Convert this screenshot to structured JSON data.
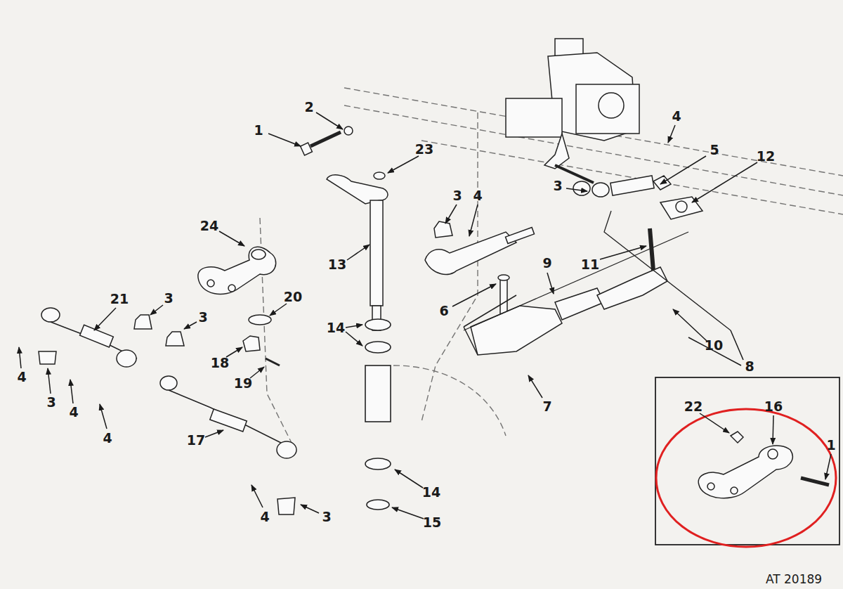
{
  "diagram": {
    "labels": [
      "2",
      "4",
      "1",
      "23",
      "5",
      "12",
      "3",
      "3",
      "4",
      "24",
      "13",
      "9",
      "11",
      "21",
      "3",
      "20",
      "14",
      "6",
      "3",
      "10",
      "18",
      "8",
      "4",
      "19",
      "3",
      "7",
      "22",
      "16",
      "4",
      "4",
      "17",
      "1",
      "14",
      "4",
      "3",
      "15",
      "AT 20189"
    ]
  }
}
